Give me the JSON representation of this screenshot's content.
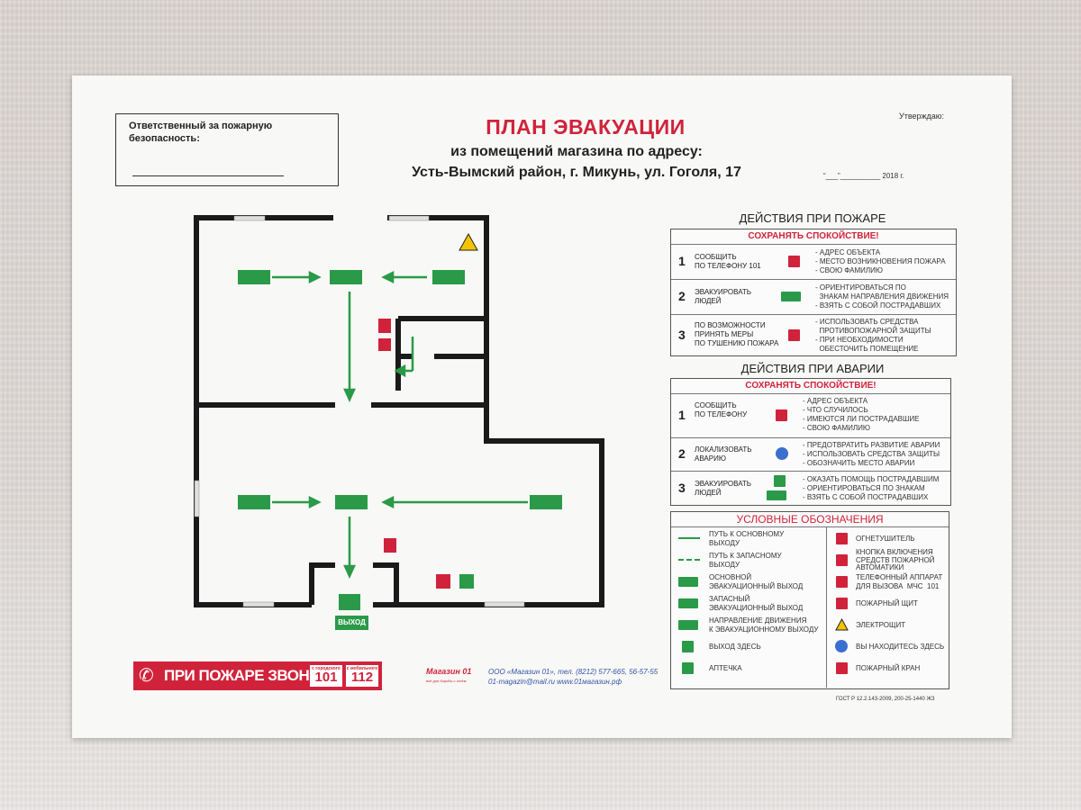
{
  "header": {
    "responsible": "Ответственный за пожарную безопасность:",
    "title": "ПЛАН ЭВАКУАЦИИ",
    "subtitle1": "из помещений магазина по адресу:",
    "subtitle2": "Усть-Вымский район, г. Микунь, ул. Гоголя, 17",
    "approve": "Утверждаю:",
    "date": "“___”__________ 2018 г."
  },
  "fire_actions": {
    "title": "ДЕЙСТВИЯ ПРИ ПОЖАРЕ",
    "calm": "СОХРАНЯТЬ СПОКОЙСТВИЕ!",
    "rows": [
      {
        "num": "1",
        "text": "СООБЩИТЬ\nПО ТЕЛЕФОНУ 101",
        "items": "- АДРЕС ОБЪЕКТА\n- МЕСТО ВОЗНИКНОВЕНИЯ ПОЖАРА\n- СВОЮ ФАМИЛИЮ"
      },
      {
        "num": "2",
        "text": "ЭВАКУИРОВАТЬ\nЛЮДЕЙ",
        "items": "- ОРИЕНТИРОВАТЬСЯ ПО\n  ЗНАКАМ НАПРАВЛЕНИЯ ДВИЖЕНИЯ\n- ВЗЯТЬ С СОБОЙ ПОСТРАДАВШИХ"
      },
      {
        "num": "3",
        "text": "ПО ВОЗМОЖНОСТИ\nПРИНЯТЬ МЕРЫ\nПО ТУШЕНИЮ ПОЖАРА",
        "items": "- ИСПОЛЬЗОВАТЬ СРЕДСТВА\n  ПРОТИВОПОЖАРНОЙ ЗАЩИТЫ\n- ПРИ НЕОБХОДИМОСТИ\n  ОБЕСТОЧИТЬ ПОМЕЩЕНИЕ"
      }
    ]
  },
  "accident_actions": {
    "title": "ДЕЙСТВИЯ ПРИ АВАРИИ",
    "calm": "СОХРАНЯТЬ СПОКОЙСТВИЕ!",
    "rows": [
      {
        "num": "1",
        "text": "СООБЩИТЬ\nПО ТЕЛЕФОНУ",
        "items": "- АДРЕС ОБЪЕКТА\n- ЧТО СЛУЧИЛОСЬ\n- ИМЕЮТСЯ ЛИ ПОСТРАДАВШИЕ\n- СВОЮ ФАМИЛИЮ"
      },
      {
        "num": "2",
        "text": "ЛОКАЛИЗОВАТЬ\nАВАРИЮ",
        "items": "- ПРЕДОТВРАТИТЬ РАЗВИТИЕ АВАРИИ\n- ИСПОЛЬЗОВАТЬ СРЕДСТВА ЗАЩИТЫ\n- ОБОЗНАЧИТЬ МЕСТО АВАРИИ"
      },
      {
        "num": "3",
        "text": "ЭВАКУИРОВАТЬ\nЛЮДЕЙ",
        "items": "- ОКАЗАТЬ ПОМОЩЬ ПОСТРАДАВШИМ\n- ОРИЕНТИРОВАТЬСЯ ПО ЗНАКАМ\n- ВЗЯТЬ С СОБОЙ ПОСТРАДАВШИХ"
      }
    ]
  },
  "legend": {
    "title": "УСЛОВНЫЕ ОБОЗНАЧЕНИЯ",
    "left": [
      {
        "icon": "main-route-arrow",
        "text": "ПУТЬ К ОСНОВНОМУ\nВЫХОДУ"
      },
      {
        "icon": "spare-route-arrow",
        "text": "ПУТЬ К ЗАПАСНОМУ\nВЫХОДУ"
      },
      {
        "icon": "main-exit-sign",
        "text": "ОСНОВНОЙ\nЭВАКУАЦИОННЫЙ ВЫХОД"
      },
      {
        "icon": "spare-exit-sign",
        "text": "ЗАПАСНЫЙ\nЭВАКУАЦИОННЫЙ ВЫХОД"
      },
      {
        "icon": "direction-sign",
        "text": "НАПРАВЛЕНИЕ ДВИЖЕНИЯ\nК ЭВАКУАЦИОННОМУ ВЫХОДУ"
      },
      {
        "icon": "exit-here-sign",
        "text": "ВЫХОД ЗДЕСЬ"
      },
      {
        "icon": "first-aid-sign",
        "text": "АПТЕЧКА"
      }
    ],
    "right": [
      {
        "icon": "extinguisher",
        "text": "ОГНЕТУШИТЕЛЬ"
      },
      {
        "icon": "fire-button",
        "text": "КНОПКА ВКЛЮЧЕНИЯ\nСРЕДСТВ ПОЖАРНОЙ\nАВТОМАТИКИ"
      },
      {
        "icon": "phone",
        "text": "ТЕЛЕФОННЫЙ АППАРАТ\nДЛЯ ВЫЗОВА  МЧС  101"
      },
      {
        "icon": "fire-shield",
        "text": "ПОЖАРНЫЙ ЩИТ"
      },
      {
        "icon": "electric-panel",
        "text": "ЭЛЕКТРОЩИТ"
      },
      {
        "icon": "you-are-here",
        "text": "ВЫ НАХОДИТЕСЬ ЗДЕСЬ"
      },
      {
        "icon": "fire-hydrant",
        "text": "ПОЖАРНЫЙ КРАН"
      }
    ]
  },
  "footer": {
    "call_label": "ПРИ ПОЖАРЕ ЗВОНИТЬ",
    "num1_small": "с городского",
    "num1": "101",
    "num2_small": "с мобильного",
    "num2": "112",
    "shop_name": "Магазин 01",
    "shop_tag": "всё для борьбы с огнём",
    "contacts_line1": "ООО «Магазин 01», тел. (8212) 577-665, 56-57-55",
    "contacts_line2": "01-magazin@mail.ru  www.01магазин.рф",
    "gost": "ГОСТ Р 12.2.143-2009, 200-25-1440 ЖЗ",
    "exit_word": "ВЫХОД"
  },
  "colors": {
    "red": "#d0233b",
    "green": "#2a9a48",
    "blue": "#3a6fd0",
    "wall": "#1a1a1a"
  }
}
